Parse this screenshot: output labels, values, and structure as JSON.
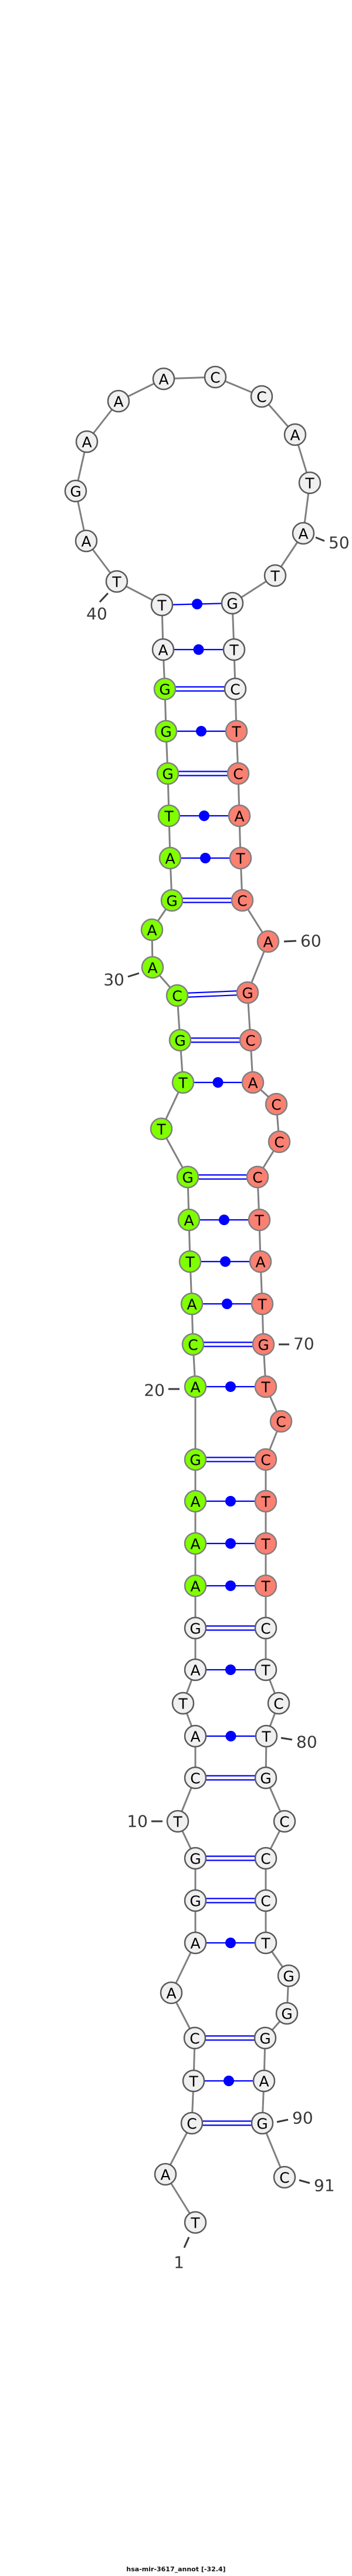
{
  "title": "hsa-mir-3617_annot [-32.4]",
  "sequence": [
    "T",
    "A",
    "C",
    "T",
    "C",
    "A",
    "A",
    "G",
    "G",
    "T",
    "C",
    "A",
    "T",
    "A",
    "G",
    "A",
    "A",
    "A",
    "G",
    "A",
    "C",
    "A",
    "T",
    "A",
    "G",
    "T",
    "T",
    "G",
    "C",
    "A",
    "A",
    "G",
    "A",
    "T",
    "G",
    "G",
    "G",
    "A",
    "T",
    "T",
    "A",
    "G",
    "A",
    "A",
    "A",
    "C",
    "C",
    "A",
    "T",
    "A",
    "T",
    "G",
    "T",
    "C",
    "T",
    "C",
    "A",
    "T",
    "C",
    "A",
    "G",
    "C",
    "A",
    "C",
    "C",
    "C",
    "T",
    "A",
    "T",
    "G",
    "T",
    "C",
    "C",
    "T",
    "T",
    "T",
    "C",
    "T",
    "C",
    "T",
    "G",
    "C",
    "C",
    "C",
    "T",
    "G",
    "G",
    "G",
    "A",
    "G",
    "C"
  ],
  "regions": [
    {
      "name": "star",
      "start": 16,
      "end": 37,
      "color": "#7FFF00"
    },
    {
      "name": "mature",
      "start": 55,
      "end": 76,
      "color": "#FA8072"
    }
  ],
  "colors": {
    "default_fill": "#F0F0F0",
    "bond": "#0000FF",
    "backbone": "#808080"
  },
  "pairs": [
    [
      52,
      39
    ],
    [
      53,
      38
    ],
    [
      54,
      37
    ],
    [
      55,
      36
    ],
    [
      56,
      35
    ],
    [
      57,
      34
    ],
    [
      58,
      33
    ],
    [
      59,
      32
    ],
    [
      61,
      29
    ],
    [
      62,
      28
    ],
    [
      63,
      27
    ],
    [
      66,
      25
    ],
    [
      67,
      24
    ],
    [
      68,
      23
    ],
    [
      69,
      22
    ],
    [
      70,
      21
    ],
    [
      71,
      20
    ],
    [
      73,
      19
    ],
    [
      74,
      18
    ],
    [
      75,
      17
    ],
    [
      76,
      16
    ],
    [
      77,
      15
    ],
    [
      78,
      14
    ],
    [
      80,
      12
    ],
    [
      81,
      11
    ],
    [
      83,
      9
    ],
    [
      84,
      8
    ],
    [
      85,
      7
    ],
    [
      88,
      5
    ],
    [
      89,
      4
    ],
    [
      90,
      3
    ]
  ],
  "position_labels": [
    "1",
    "10",
    "20",
    "30",
    "40",
    "50",
    "60",
    "70",
    "80",
    "90",
    "91"
  ]
}
